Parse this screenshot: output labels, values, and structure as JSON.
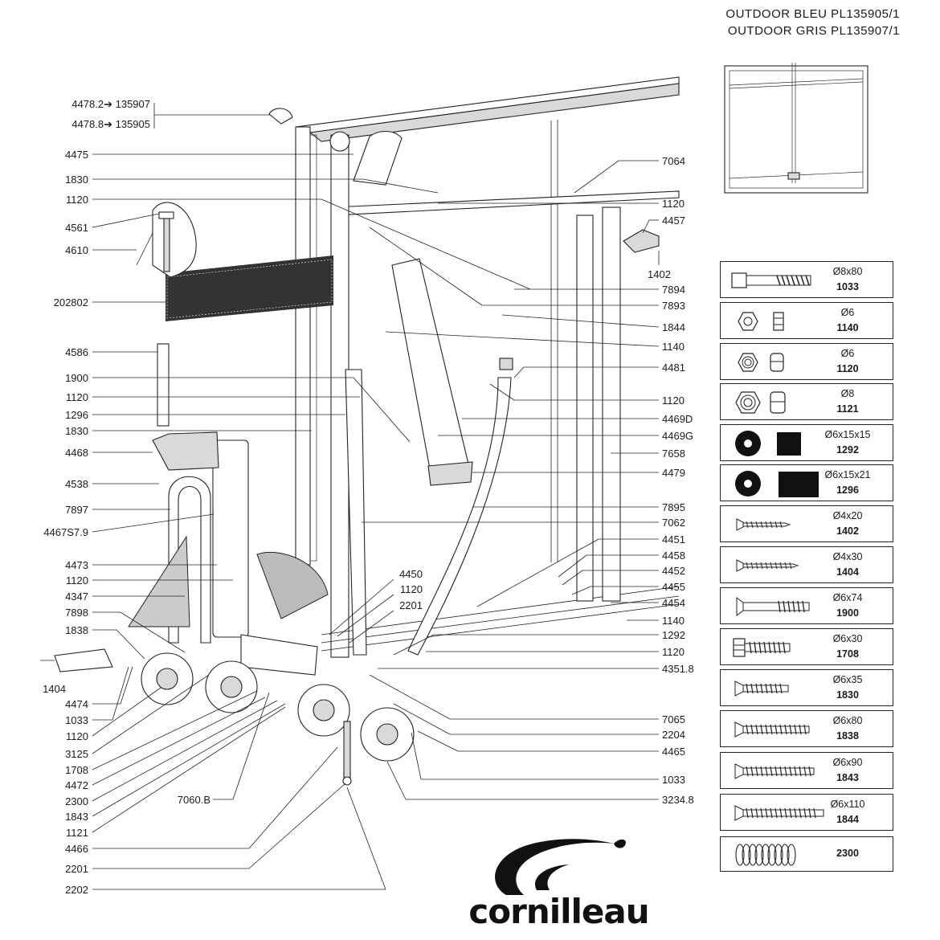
{
  "header": {
    "line1": "OUTDOOR  BLEU  PL135905/1",
    "line2": "OUTDOOR  GRIS  PL135907/1"
  },
  "left_labels": [
    {
      "name": "4478-2",
      "text": "4478.2➔ 135907"
    },
    {
      "name": "4478-8",
      "text": "4478.8➔ 135905"
    },
    {
      "name": "4475",
      "text": "4475"
    },
    {
      "name": "1830-a",
      "text": "1830"
    },
    {
      "name": "1120-a",
      "text": "1120"
    },
    {
      "name": "4561",
      "text": "4561"
    },
    {
      "name": "4610",
      "text": "4610"
    },
    {
      "name": "202802",
      "text": "202802"
    },
    {
      "name": "4586",
      "text": "4586"
    },
    {
      "name": "1900",
      "text": "1900"
    },
    {
      "name": "1120-b",
      "text": "1120"
    },
    {
      "name": "1296",
      "text": "1296"
    },
    {
      "name": "1830-b",
      "text": "1830"
    },
    {
      "name": "4468",
      "text": "4468"
    },
    {
      "name": "4538",
      "text": "4538"
    },
    {
      "name": "7897",
      "text": "7897"
    },
    {
      "name": "4467S7-9",
      "text": "4467S7.9"
    },
    {
      "name": "4473",
      "text": "4473"
    },
    {
      "name": "1120-c",
      "text": "1120"
    },
    {
      "name": "4347",
      "text": "4347"
    },
    {
      "name": "7898",
      "text": "7898"
    },
    {
      "name": "1838",
      "text": "1838"
    },
    {
      "name": "1404",
      "text": "1404"
    },
    {
      "name": "4474",
      "text": "4474"
    },
    {
      "name": "1033",
      "text": "1033"
    },
    {
      "name": "1120-d",
      "text": "1120"
    },
    {
      "name": "3125",
      "text": "3125"
    },
    {
      "name": "1708",
      "text": "1708"
    },
    {
      "name": "4472",
      "text": "4472"
    },
    {
      "name": "2300",
      "text": "2300"
    },
    {
      "name": "1843",
      "text": "1843"
    },
    {
      "name": "1121",
      "text": "1121"
    },
    {
      "name": "4466",
      "text": "4466"
    },
    {
      "name": "2201",
      "text": "2201"
    },
    {
      "name": "2202",
      "text": "2202"
    },
    {
      "name": "7060-b",
      "text": "7060.B"
    },
    {
      "name": "4450",
      "text": "4450"
    },
    {
      "name": "1120-e",
      "text": "1120"
    },
    {
      "name": "2201-b",
      "text": "2201"
    }
  ],
  "right_labels": [
    {
      "name": "7064",
      "text": "7064"
    },
    {
      "name": "1120-f",
      "text": "1120"
    },
    {
      "name": "4457",
      "text": "4457"
    },
    {
      "name": "1402",
      "text": "1402"
    },
    {
      "name": "7894",
      "text": "7894"
    },
    {
      "name": "7893",
      "text": "7893"
    },
    {
      "name": "1844",
      "text": "1844"
    },
    {
      "name": "1140",
      "text": "1140"
    },
    {
      "name": "4481",
      "text": "4481"
    },
    {
      "name": "1120-g",
      "text": "1120"
    },
    {
      "name": "4469D",
      "text": "4469D"
    },
    {
      "name": "4469G",
      "text": "4469G"
    },
    {
      "name": "7658",
      "text": "7658"
    },
    {
      "name": "4479",
      "text": "4479"
    },
    {
      "name": "7895",
      "text": "7895"
    },
    {
      "name": "7062",
      "text": "7062"
    },
    {
      "name": "4451",
      "text": "4451"
    },
    {
      "name": "4458",
      "text": "4458"
    },
    {
      "name": "4452",
      "text": "4452"
    },
    {
      "name": "4455",
      "text": "4455"
    },
    {
      "name": "4454",
      "text": "4454"
    },
    {
      "name": "1140-b",
      "text": "1140"
    },
    {
      "name": "1292",
      "text": "1292"
    },
    {
      "name": "1120-h",
      "text": "1120"
    },
    {
      "name": "4351-8",
      "text": "4351.8"
    },
    {
      "name": "7065",
      "text": "7065"
    },
    {
      "name": "2204",
      "text": "2204"
    },
    {
      "name": "4465",
      "text": "4465"
    },
    {
      "name": "1033-b",
      "text": "1033"
    },
    {
      "name": "3234-8",
      "text": "3234.8"
    }
  ],
  "hardware_legend": [
    {
      "icon": "bolt-hex-icon",
      "size": "Ø8x80",
      "code": "1033"
    },
    {
      "icon": "hex-nut-icon",
      "size": "Ø6",
      "code": "1140"
    },
    {
      "icon": "lock-nut-icon",
      "size": "Ø6",
      "code": "1120"
    },
    {
      "icon": "lock-nut-icon",
      "size": "Ø8",
      "code": "1121"
    },
    {
      "icon": "washer-square-icon",
      "size": "Ø6x15x15",
      "code": "1292"
    },
    {
      "icon": "washer-square-icon",
      "size": "Ø6x15x21",
      "code": "1296"
    },
    {
      "icon": "wood-screw-icon",
      "size": "Ø4x20",
      "code": "1402"
    },
    {
      "icon": "wood-screw-icon",
      "size": "Ø4x30",
      "code": "1404"
    },
    {
      "icon": "countersunk-bolt-icon",
      "size": "Ø6x74",
      "code": "1900"
    },
    {
      "icon": "hex-bolt-icon",
      "size": "Ø6x30",
      "code": "1708"
    },
    {
      "icon": "countersunk-screw-icon",
      "size": "Ø6x35",
      "code": "1830"
    },
    {
      "icon": "countersunk-screw-icon",
      "size": "Ø6x80",
      "code": "1838"
    },
    {
      "icon": "countersunk-screw-icon",
      "size": "Ø6x90",
      "code": "1843"
    },
    {
      "icon": "countersunk-screw-icon",
      "size": "Ø6x110",
      "code": "1844"
    },
    {
      "icon": "spring-icon",
      "size": "",
      "code": "2300"
    }
  ],
  "brand": {
    "name": "cornilleau"
  }
}
